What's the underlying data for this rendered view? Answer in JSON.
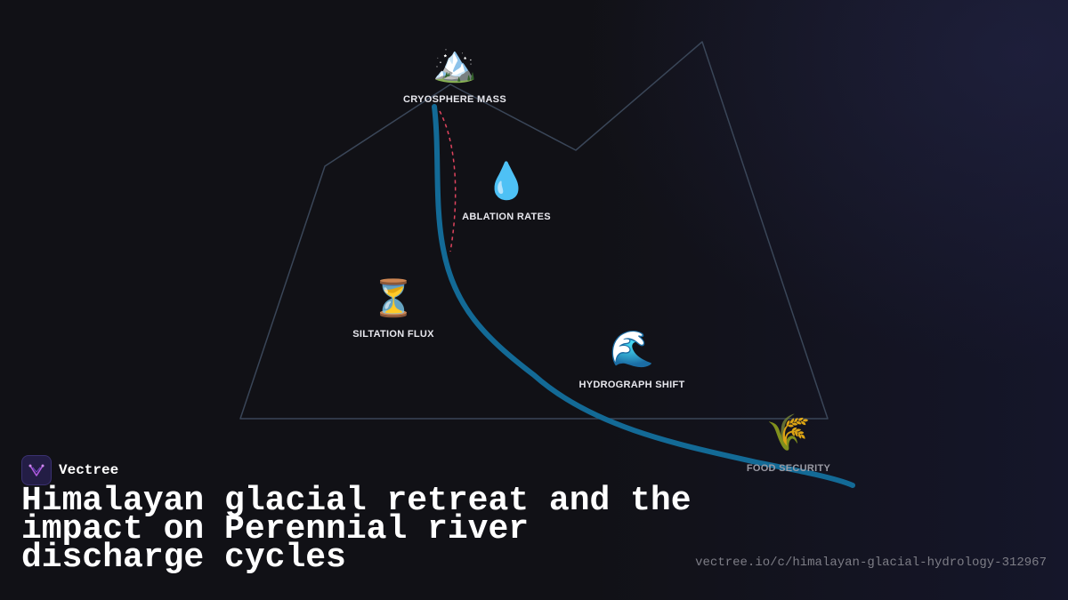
{
  "nodes": {
    "cryosphere": {
      "icon": "🏔️",
      "icon_name": "snow-capped-mountain-icon",
      "label": "CRYOSPHERE MASS"
    },
    "ablation": {
      "icon": "💧",
      "icon_name": "droplet-icon",
      "label": "ABLATION RATES"
    },
    "siltation": {
      "icon": "⏳",
      "icon_name": "hourglass-icon",
      "label": "SILTATION FLUX"
    },
    "hydrograph": {
      "icon": "🌊",
      "icon_name": "water-wave-icon",
      "label": "HYDROGRAPH SHIFT"
    },
    "food": {
      "icon": "🌾",
      "icon_name": "sheaf-of-rice-icon",
      "label": "FOOD SECURITY"
    }
  },
  "brand": {
    "name": "Vectree",
    "logo_icon": "vectree-logo-icon"
  },
  "headline": "Himalayan glacial retreat and the impact on Perennial river discharge cycles",
  "url": "vectree.io/c/himalayan-glacial-hydrology-312967",
  "colors": {
    "background": "#111116",
    "mountain_outline": "#3a4658",
    "river": "#136a96",
    "dashed_link": "#e0445e",
    "brand_accent": "#b05ae0"
  }
}
